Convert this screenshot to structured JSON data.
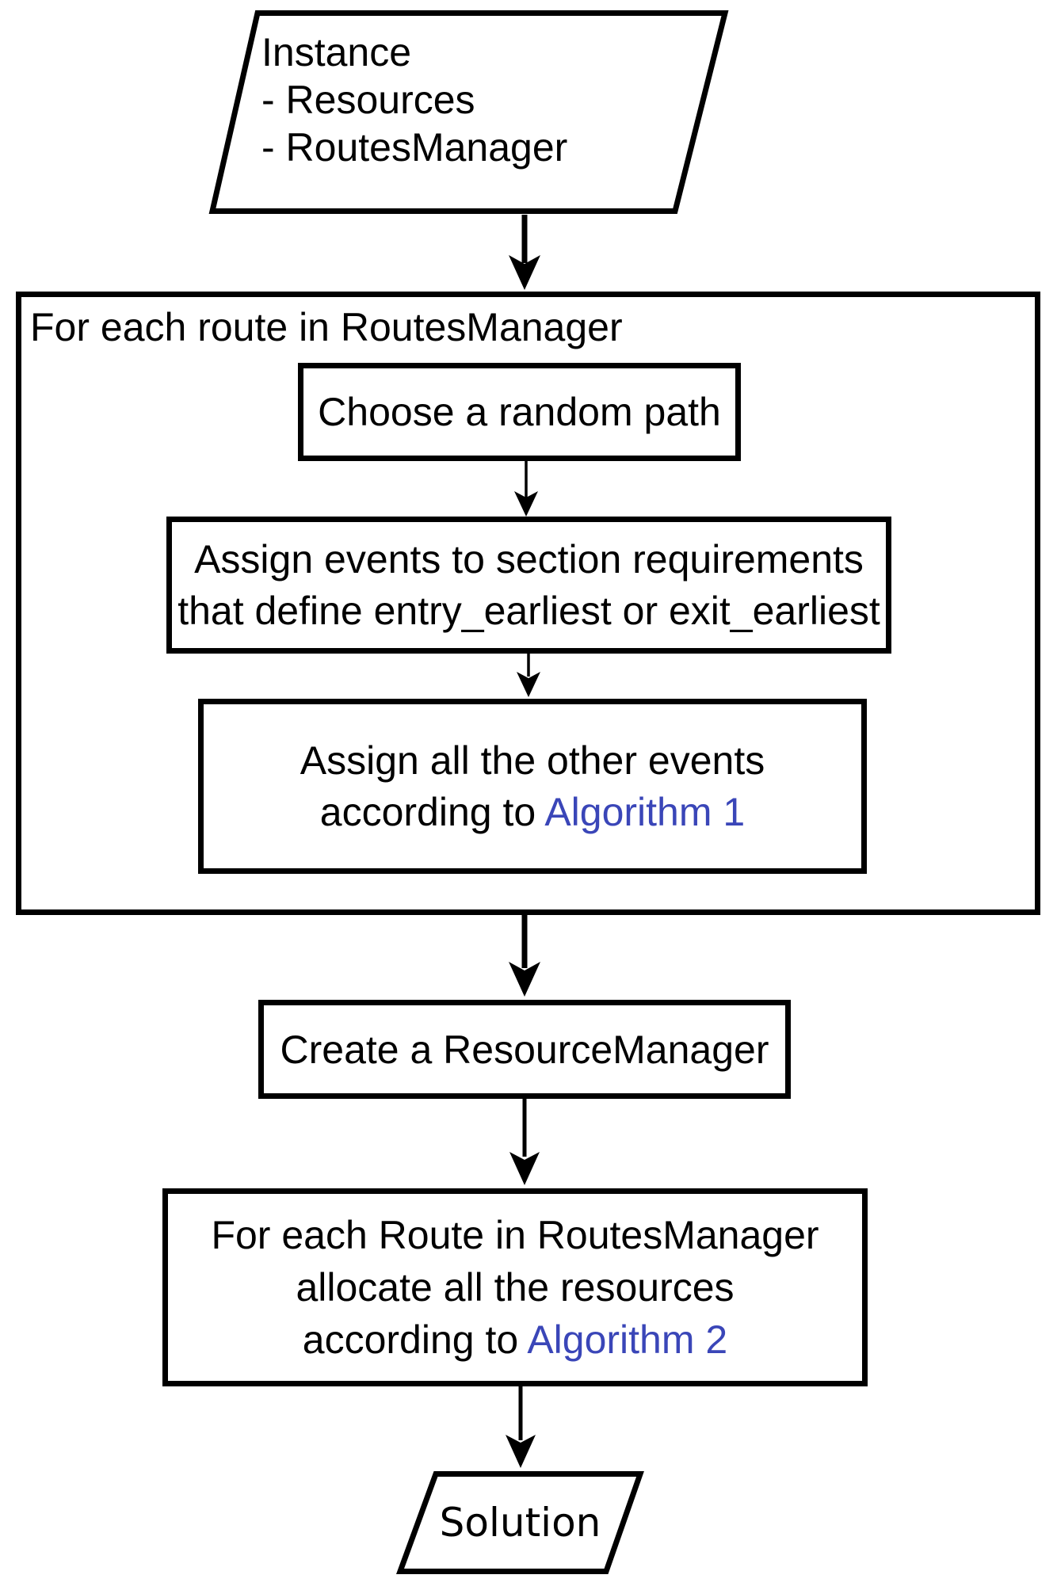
{
  "diagram": {
    "type": "flowchart",
    "colors": {
      "background": "#ffffff",
      "stroke": "#000000",
      "text": "#000000",
      "link": "#3A46B8"
    },
    "nodes": {
      "instance": {
        "shape": "parallelogram",
        "lines": [
          "Instance",
          "- Resources",
          "- RoutesManager"
        ]
      },
      "route_loop": {
        "shape": "container",
        "label": "For each route in RoutesManager"
      },
      "choose_path": {
        "shape": "rect",
        "label": "Choose a random path"
      },
      "assign_events": {
        "shape": "rect",
        "line1": "Assign events to section requirements",
        "line2": "that define entry_earliest or exit_earliest"
      },
      "assign_other_events": {
        "shape": "rect",
        "line1": "Assign all the other events",
        "line2_prefix": "according to ",
        "line2_link": "Algorithm 1"
      },
      "create_resource_manager": {
        "shape": "rect",
        "label": "Create a ResourceManager"
      },
      "allocate_resources": {
        "shape": "rect",
        "line1": "For each Route in RoutesManager",
        "line2": "allocate all the resources",
        "line3_prefix": "according to ",
        "line3_link": "Algorithm 2"
      },
      "solution": {
        "shape": "parallelogram",
        "label": "Solution"
      }
    }
  }
}
